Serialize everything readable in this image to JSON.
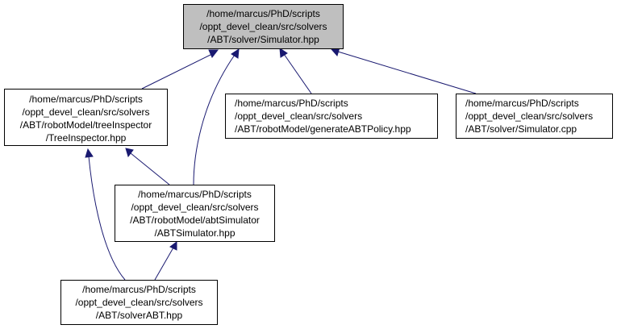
{
  "colors": {
    "highlight_fill": "#bfbfbf",
    "node_fill": "#ffffff",
    "node_border": "#000000",
    "edge": "#191970"
  },
  "nodes": [
    {
      "id": "simulator-hpp",
      "highlighted": true,
      "lines": [
        "/home/marcus/PhD/scripts",
        "/oppt_devel_clean/src/solvers",
        "/ABT/solver/Simulator.hpp"
      ]
    },
    {
      "id": "treeinspector-hpp",
      "highlighted": false,
      "lines": [
        "/home/marcus/PhD/scripts",
        "/oppt_devel_clean/src/solvers",
        "/ABT/robotModel/treeInspector",
        "/TreeInspector.hpp"
      ]
    },
    {
      "id": "generateabtpolicy-hpp",
      "highlighted": false,
      "lines": [
        "/home/marcus/PhD/scripts",
        "/oppt_devel_clean/src/solvers",
        "/ABT/robotModel/generateABTPolicy.hpp"
      ]
    },
    {
      "id": "simulator-cpp",
      "highlighted": false,
      "lines": [
        "/home/marcus/PhD/scripts",
        "/oppt_devel_clean/src/solvers",
        "/ABT/solver/Simulator.cpp"
      ]
    },
    {
      "id": "abtsimulator-hpp",
      "highlighted": false,
      "lines": [
        "/home/marcus/PhD/scripts",
        "/oppt_devel_clean/src/solvers",
        "/ABT/robotModel/abtSimulator",
        "/ABTSimulator.hpp"
      ]
    },
    {
      "id": "solverabt-hpp",
      "highlighted": false,
      "lines": [
        "/home/marcus/PhD/scripts",
        "/oppt_devel_clean/src/solvers",
        "/ABT/solverABT.hpp"
      ]
    }
  ],
  "edges": [
    {
      "from": "treeinspector-hpp",
      "to": "simulator-hpp"
    },
    {
      "from": "abtsimulator-hpp",
      "to": "simulator-hpp"
    },
    {
      "from": "generateabtpolicy-hpp",
      "to": "simulator-hpp"
    },
    {
      "from": "simulator-cpp",
      "to": "simulator-hpp"
    },
    {
      "from": "abtsimulator-hpp",
      "to": "treeinspector-hpp"
    },
    {
      "from": "solverabt-hpp",
      "to": "treeinspector-hpp"
    },
    {
      "from": "solverabt-hpp",
      "to": "abtsimulator-hpp"
    }
  ]
}
